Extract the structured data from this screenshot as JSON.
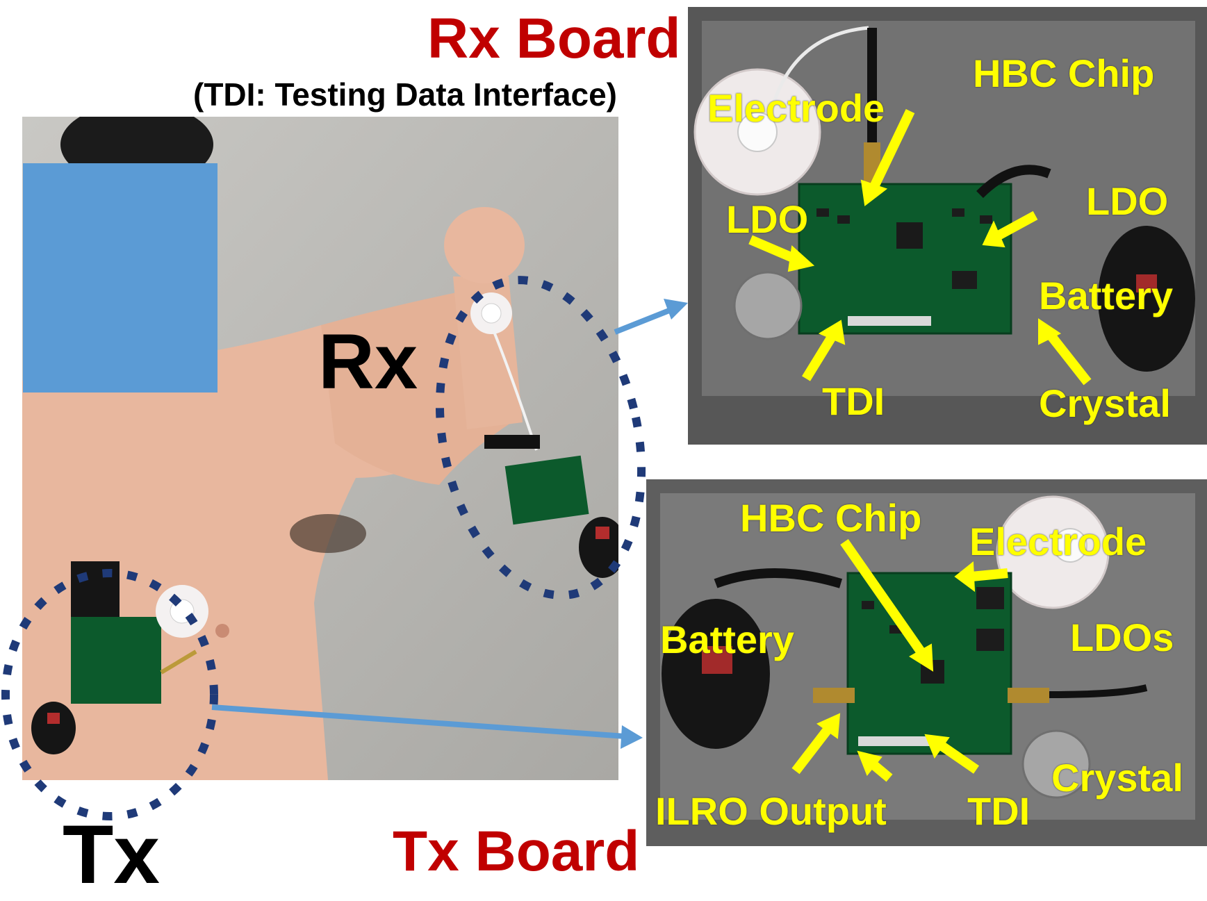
{
  "headings": {
    "rx_board": "Rx Board",
    "rx_board_note": "(TDI: Testing Data Interface)",
    "tx_board": "Tx Board",
    "rx": "Rx",
    "tx": "Tx"
  },
  "rx_photo_labels": {
    "electrode": "Electrode",
    "hbc_chip": "HBC Chip",
    "ldo_left": "LDO",
    "ldo_right": "LDO",
    "battery": "Battery",
    "tdi": "TDI",
    "crystal": "Crystal"
  },
  "tx_photo_labels": {
    "hbc_chip": "HBC Chip",
    "electrode": "Electrode",
    "battery": "Battery",
    "ldos": "LDOs",
    "crystal": "Crystal",
    "ilro_output": "ILRO Output",
    "tdi": "TDI"
  },
  "colors": {
    "title_red": "#c00000",
    "label_yellow": "#ffff00",
    "ring_blue": "#1f3a78",
    "arrow_blue": "#5b9bd5",
    "face_mask": "#5b9bd5",
    "pcb_green": "#0c5a2c"
  }
}
